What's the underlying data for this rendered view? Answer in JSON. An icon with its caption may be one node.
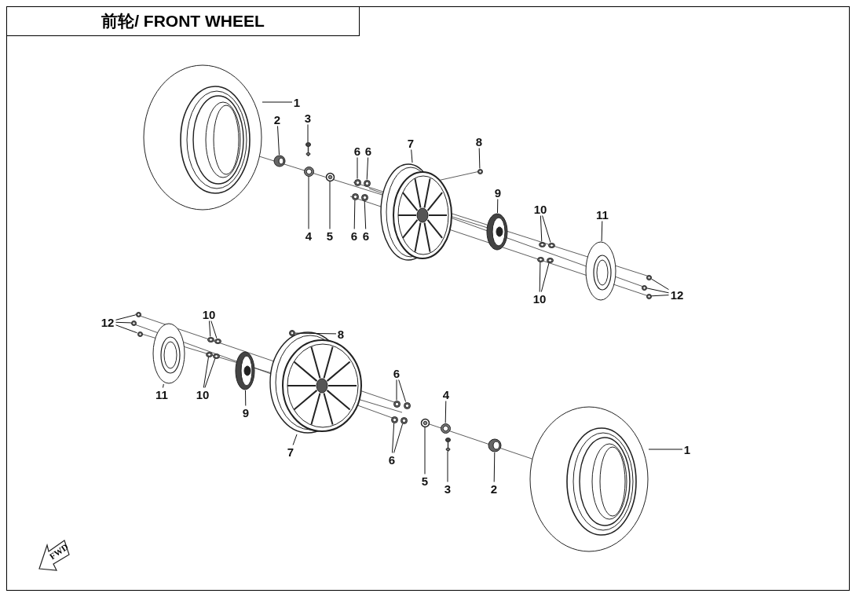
{
  "diagram": {
    "title": "前轮/ FRONT WHEEL",
    "nodes": [
      {
        "text": [
          "1"
        ]
      },
      {
        "text": [
          "2"
        ]
      },
      {
        "text": [
          "3"
        ]
      },
      {
        "text": [
          "4"
        ]
      },
      {
        "text": [
          "5"
        ]
      },
      {
        "text": [
          "6"
        ]
      },
      {
        "text": [
          "6"
        ]
      },
      {
        "text": [
          "6"
        ]
      },
      {
        "text": [
          "6"
        ]
      },
      {
        "text": [
          "7"
        ]
      },
      {
        "text": [
          "8"
        ]
      },
      {
        "text": [
          "9"
        ]
      },
      {
        "text": [
          "10"
        ]
      },
      {
        "text": [
          "10"
        ]
      },
      {
        "text": [
          "11"
        ]
      },
      {
        "text": [
          "12"
        ]
      },
      {
        "text": [
          "12"
        ]
      },
      {
        "text": [
          "10"
        ]
      },
      {
        "text": [
          "11"
        ]
      },
      {
        "text": [
          "10"
        ]
      },
      {
        "text": [
          "9"
        ]
      },
      {
        "text": [
          "8"
        ]
      },
      {
        "text": [
          "7"
        ]
      },
      {
        "text": [
          "6"
        ]
      },
      {
        "text": [
          "6"
        ]
      },
      {
        "text": [
          "5"
        ]
      },
      {
        "text": [
          "4"
        ]
      },
      {
        "text": [
          "3"
        ]
      },
      {
        "text": [
          "2"
        ]
      },
      {
        "text": [
          "1"
        ]
      },
      {
        "text": [],
        "shape": "picture"
      },
      {
        "text": [],
        "shape": "picture"
      },
      {
        "text": [],
        "shape": "picture"
      },
      {
        "text": [],
        "shape": "picture"
      },
      {
        "text": [],
        "shape": "picture"
      },
      {
        "text": [],
        "shape": "picture"
      },
      {
        "text": [],
        "shape": "picture"
      },
      {
        "text": [],
        "shape": "picture"
      },
      {
        "text": [],
        "shape": "picture"
      },
      {
        "text": [],
        "shape": "picture"
      },
      {
        "text": [],
        "shape": "picture"
      },
      {
        "text": [],
        "shape": "picture"
      },
      {
        "text": [],
        "shape": "picture"
      },
      {
        "text": [],
        "shape": "picture"
      },
      {
        "text": [],
        "shape": "picture"
      },
      {
        "text": [],
        "shape": "picture"
      },
      {
        "text": [],
        "shape": "picture"
      },
      {
        "text": [],
        "shape": "picture"
      },
      {
        "text": [],
        "shape": "picture"
      },
      {
        "text": [],
        "shape": "picture"
      },
      {
        "text": [],
        "shape": "picture"
      },
      {
        "text": [],
        "shape": "picture"
      },
      {
        "text": [],
        "shape": "picture"
      },
      {
        "text": [],
        "shape": "picture"
      },
      {
        "text": [],
        "shape": "picture"
      },
      {
        "text": [],
        "shape": "picture"
      },
      {
        "text": [],
        "shape": "picture"
      },
      {
        "text": [],
        "shape": "picture"
      },
      {
        "text": [],
        "shape": "picture"
      },
      {
        "text": [],
        "shape": "picture"
      },
      {
        "text": [],
        "shape": "picture"
      },
      {
        "text": [],
        "shape": "picture"
      },
      {
        "text": [],
        "shape": "picture"
      },
      {
        "text": [],
        "shape": "picture"
      },
      {
        "text": [],
        "shape": "picture"
      },
      {
        "text": [],
        "shape": "picture"
      },
      {
        "text": [],
        "shape": "picture"
      },
      {
        "text": [],
        "shape": "picture"
      },
      {
        "text": [],
        "shape": "picture"
      },
      {
        "text": [],
        "shape": "picture"
      }
    ],
    "edges": [
      {
        "from": 0,
        "to": 30,
        "arrow": "none"
      },
      {
        "from": 1,
        "to": 31,
        "arrow": "none"
      },
      {
        "from": 2,
        "to": 32,
        "arrow": "none"
      },
      {
        "from": 3,
        "to": 33,
        "arrow": "none"
      },
      {
        "from": 4,
        "to": 34,
        "arrow": "none"
      },
      {
        "from": 5,
        "to": 35,
        "arrow": "none"
      },
      {
        "from": 6,
        "to": 36,
        "arrow": "none"
      },
      {
        "from": 7,
        "to": 37,
        "arrow": "none"
      },
      {
        "from": 8,
        "to": 38,
        "arrow": "none"
      },
      {
        "from": 9,
        "to": 39,
        "arrow": "none"
      },
      {
        "from": 10,
        "to": 40,
        "arrow": "none"
      },
      {
        "from": 11,
        "to": 41,
        "arrow": "none"
      },
      {
        "from": 12,
        "to": 42,
        "arrow": "none"
      },
      {
        "from": 12,
        "to": 43,
        "arrow": "none"
      },
      {
        "from": 13,
        "to": 44,
        "arrow": "none"
      },
      {
        "from": 13,
        "to": 45,
        "arrow": "none"
      },
      {
        "from": 14,
        "to": 46,
        "arrow": "none"
      },
      {
        "from": 15,
        "to": 47,
        "arrow": "none"
      },
      {
        "from": 15,
        "to": 48,
        "arrow": "none"
      },
      {
        "from": 15,
        "to": 49,
        "arrow": "none"
      },
      {
        "from": 16,
        "to": 50,
        "arrow": "none"
      },
      {
        "from": 16,
        "to": 51,
        "arrow": "none"
      },
      {
        "from": 16,
        "to": 52,
        "arrow": "none"
      },
      {
        "from": 17,
        "to": 54,
        "arrow": "none"
      },
      {
        "from": 17,
        "to": 55,
        "arrow": "none"
      },
      {
        "from": 18,
        "to": 53,
        "arrow": "none"
      },
      {
        "from": 19,
        "to": 56,
        "arrow": "none"
      },
      {
        "from": 19,
        "to": 57,
        "arrow": "none"
      },
      {
        "from": 20,
        "to": 58,
        "arrow": "none"
      },
      {
        "from": 21,
        "to": 59,
        "arrow": "none"
      },
      {
        "from": 22,
        "to": 60,
        "arrow": "none"
      },
      {
        "from": 23,
        "to": 61,
        "arrow": "none"
      },
      {
        "from": 23,
        "to": 62,
        "arrow": "none"
      },
      {
        "from": 24,
        "to": 63,
        "arrow": "none"
      },
      {
        "from": 24,
        "to": 64,
        "arrow": "none"
      },
      {
        "from": 25,
        "to": 65,
        "arrow": "none"
      },
      {
        "from": 26,
        "to": 66,
        "arrow": "none"
      },
      {
        "from": 27,
        "to": 67,
        "arrow": "none"
      },
      {
        "from": 28,
        "to": 68,
        "arrow": "none"
      },
      {
        "from": 29,
        "to": 69,
        "arrow": "none"
      }
    ],
    "labels": [
      "FWD"
    ]
  }
}
